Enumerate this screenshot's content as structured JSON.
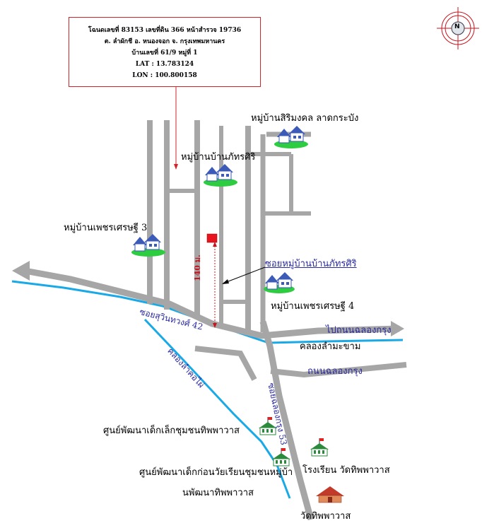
{
  "info_box": {
    "line1": "โฉนดเลขที่ 83153  เลขที่ดิน  366  หน้าสำรวจ  19736",
    "line2": "ต. ลำผักชี    อ. หนองจอก    จ. กรุงเทพมหานคร",
    "line3": "บ้านเลขที่ 61/9  หมู่ที่ 1",
    "lat": "LAT : 13.783124",
    "lon": "LON : 100.800158"
  },
  "compass": {
    "label": "N"
  },
  "labels": {
    "village_sirimongkol": "หมู่บ้านสิริมงคล ลาดกระบัง",
    "village_phatsiri": "หมู่บ้านบ้านภัทรศิริ",
    "village_phet3": "หมู่บ้านเพชรเศรษฐี 3",
    "village_phet4": "หมู่บ้านเพชรเศรษฐี 4",
    "soi_phatsiri": "ซอยหมู่บ้านบ้านภัทรศิริ",
    "distance": "140 ม.",
    "soi_suwinthawong": "ซอยสุวินทวงศ์ 42",
    "to_khlong_krung": "ไปถนนฉลองกรุง",
    "khlong_lam_makham": "คลองลำมะขาม",
    "khlong_lam_khopai": "คลองลำคอไผ่",
    "thanon_chalong_krung": "ถนนฉลองกรุง",
    "soi_chalong_krung": "ซอยฉลองกรุง 53",
    "center_child": "ศูนย์พัฒนาเด็กเล็กชุมชนทิพพาวาส",
    "center_preschool_1": "ศูนย์พัฒนาเด็กก่อนวัยเรียนชุมชนหมู่บ้า",
    "center_preschool_2": "นพัฒนาทิพพาวาส",
    "school": "โรงเรียน  วัดทิพพาวาส",
    "temple": "วัดทิพพาวาส"
  },
  "colors": {
    "road": "#a6a6a6",
    "canal": "#19a9e6",
    "marker": "#e8141e",
    "info_border": "#d2232a",
    "soi_text": "#2b2ba0",
    "distance_text": "#c8141e"
  },
  "icons": [
    "compass-icon",
    "house-icon",
    "school-icon",
    "temple-icon",
    "location-marker-icon"
  ]
}
